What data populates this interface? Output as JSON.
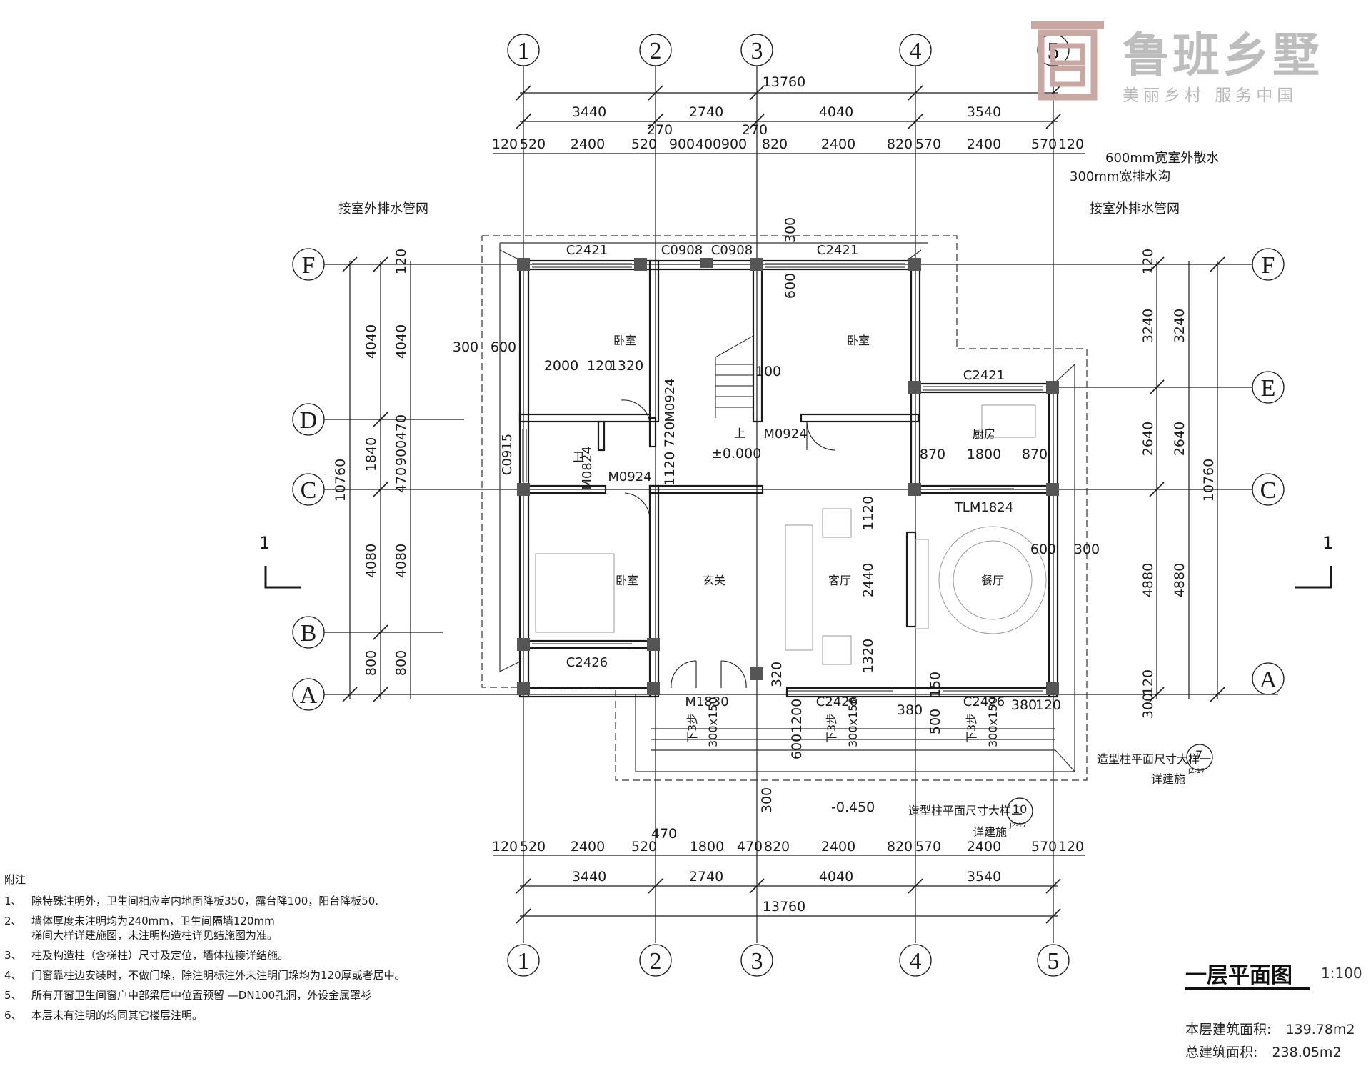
{
  "logo": {
    "name": "鲁班乡墅",
    "slogan": "美丽乡村  服务中国"
  },
  "axes": {
    "vertical": [
      "1",
      "2",
      "3",
      "4",
      "5"
    ],
    "horizontal": [
      "A",
      "B",
      "C",
      "D",
      "E",
      "F"
    ]
  },
  "dimensions": {
    "top_total": "13760",
    "top_bays": [
      "3440",
      "2740",
      "4040",
      "3540"
    ],
    "top_detail": [
      "120",
      "520",
      "2400",
      "520",
      "900",
      "400",
      "900",
      "820",
      "2400",
      "820",
      "570",
      "2400",
      "570",
      "120"
    ],
    "top_extra": [
      "270",
      "270"
    ],
    "bottom_total": "13760",
    "bottom_bays": [
      "3440",
      "2740",
      "4040",
      "3540"
    ],
    "bottom_detail": [
      "120",
      "520",
      "2400",
      "520",
      "1800",
      "470",
      "820",
      "2400",
      "820",
      "570",
      "2400",
      "570",
      "120"
    ],
    "bottom_extra": [
      "470"
    ],
    "left_total": "10760",
    "left_bays": [
      "4040",
      "1840",
      "4080",
      "800"
    ],
    "left_detail": [
      "120",
      "4040",
      "470",
      "900",
      "470",
      "4080",
      "800"
    ],
    "right_total": "10760",
    "right_bays": [
      "3240",
      "2640",
      "4880",
      "300"
    ],
    "right_detail": [
      "120",
      "3240",
      "2640",
      "4880",
      "120"
    ],
    "misc": [
      "300",
      "600",
      "2000",
      "120",
      "1320",
      "720",
      "1120",
      "870",
      "1800",
      "870",
      "600",
      "300",
      "1120",
      "2440",
      "1320",
      "320",
      "380",
      "150",
      "380",
      "120",
      "1200",
      "600",
      "500",
      "300",
      "600",
      "300",
      "100"
    ]
  },
  "annotations": {
    "apron": "600mm宽室外散水",
    "drain": "300mm宽排水沟",
    "pipe_left": "接室外排水管网",
    "pipe_right": "接室外排水管网",
    "level_floor": "±0.000",
    "level_outside": "-0.450",
    "stair_up": "上",
    "step_note": "下3步",
    "step_size": "300x150",
    "detail_one_label": "造型柱平面尺寸大样一",
    "detail_one_ref": "详建施",
    "detail_one_no": "7",
    "detail_one_sheet": "JZ-17",
    "detail_two_label": "造型柱平面尺寸大样二",
    "detail_two_ref": "详建施",
    "detail_two_no": "10",
    "detail_two_sheet": "JZ-17",
    "section_mark": "1"
  },
  "openings": {
    "w_f_left": "C2421",
    "w_f_mid_a": "C0908",
    "w_f_mid_b": "C0908",
    "w_f_right": "C2421",
    "w_e": "C2421",
    "w_b": "C2426",
    "w_a_mid": "C2426",
    "w_a_right": "C2426",
    "w_bath": "C0915",
    "d_m0924_a": "M0924",
    "d_m0924_b": "M0924",
    "d_m0924_c": "M0924",
    "d_m0824": "M0824",
    "d_entry": "M1830",
    "d_sliding": "TLM1824"
  },
  "rooms": {
    "bed_nw": "卧室",
    "bed_ne": "卧室",
    "bed_sw": "卧室",
    "bath": "卫",
    "kitchen": "厨房",
    "foyer": "玄关",
    "living": "客厅",
    "dining": "餐厅"
  },
  "notes": {
    "title": "附注",
    "items": [
      {
        "no": "1、",
        "text": "除特殊注明外，卫生间相应室内地面降板350，露台降100，阳台降板50."
      },
      {
        "no": "2、",
        "text": "墙体厚度未注明均为240mm，卫生间隔墙120mm\n梯间大样详建施图，未注明构造柱详见结施图为准。"
      },
      {
        "no": "3、",
        "text": "柱及构造柱（含梯柱）尺寸及定位，墙体拉接详结施。"
      },
      {
        "no": "4、",
        "text": "门窗靠柱边安装时，不做门垛，除注明标注外未注明门垛均为120厚或者居中。"
      },
      {
        "no": "5、",
        "text": "所有开窗卫生间窗户中部梁居中位置预留 —DN100孔洞，外设金属罩衫"
      },
      {
        "no": "6、",
        "text": "本层未有注明的均同其它楼层注明。"
      }
    ]
  },
  "title_block": {
    "title": "一层平面图",
    "scale": "1:100",
    "floor_area_label": "本层建筑面积:",
    "floor_area_value": "139.78m2",
    "total_area_label": "总建筑面积:",
    "total_area_value": "238.05m2"
  }
}
